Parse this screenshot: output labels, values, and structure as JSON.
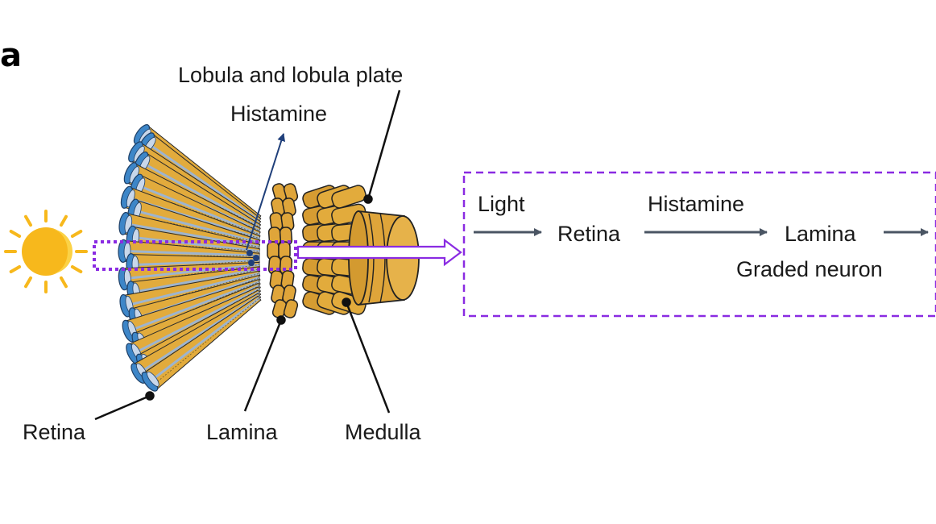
{
  "panel_letter": "a",
  "labels": {
    "lobula": "Lobula and lobula plate",
    "histamine": "Histamine",
    "retina": "Retina",
    "lamina": "Lamina",
    "medulla": "Medulla"
  },
  "pathway": {
    "light": "Light",
    "retina": "Retina",
    "histamine": "Histamine",
    "lamina": "Lamina",
    "graded_neuron": "Graded neuron"
  },
  "colors": {
    "sun": "#f7b81c",
    "ommatidia_body": "#e2ab3c",
    "ommatidia_tip": "#3d86c8",
    "neuropil": "#dfa53a",
    "highlight": "#8a2be2",
    "arrow": "#4a5563",
    "histamine_arrow": "#1f3f7a"
  }
}
